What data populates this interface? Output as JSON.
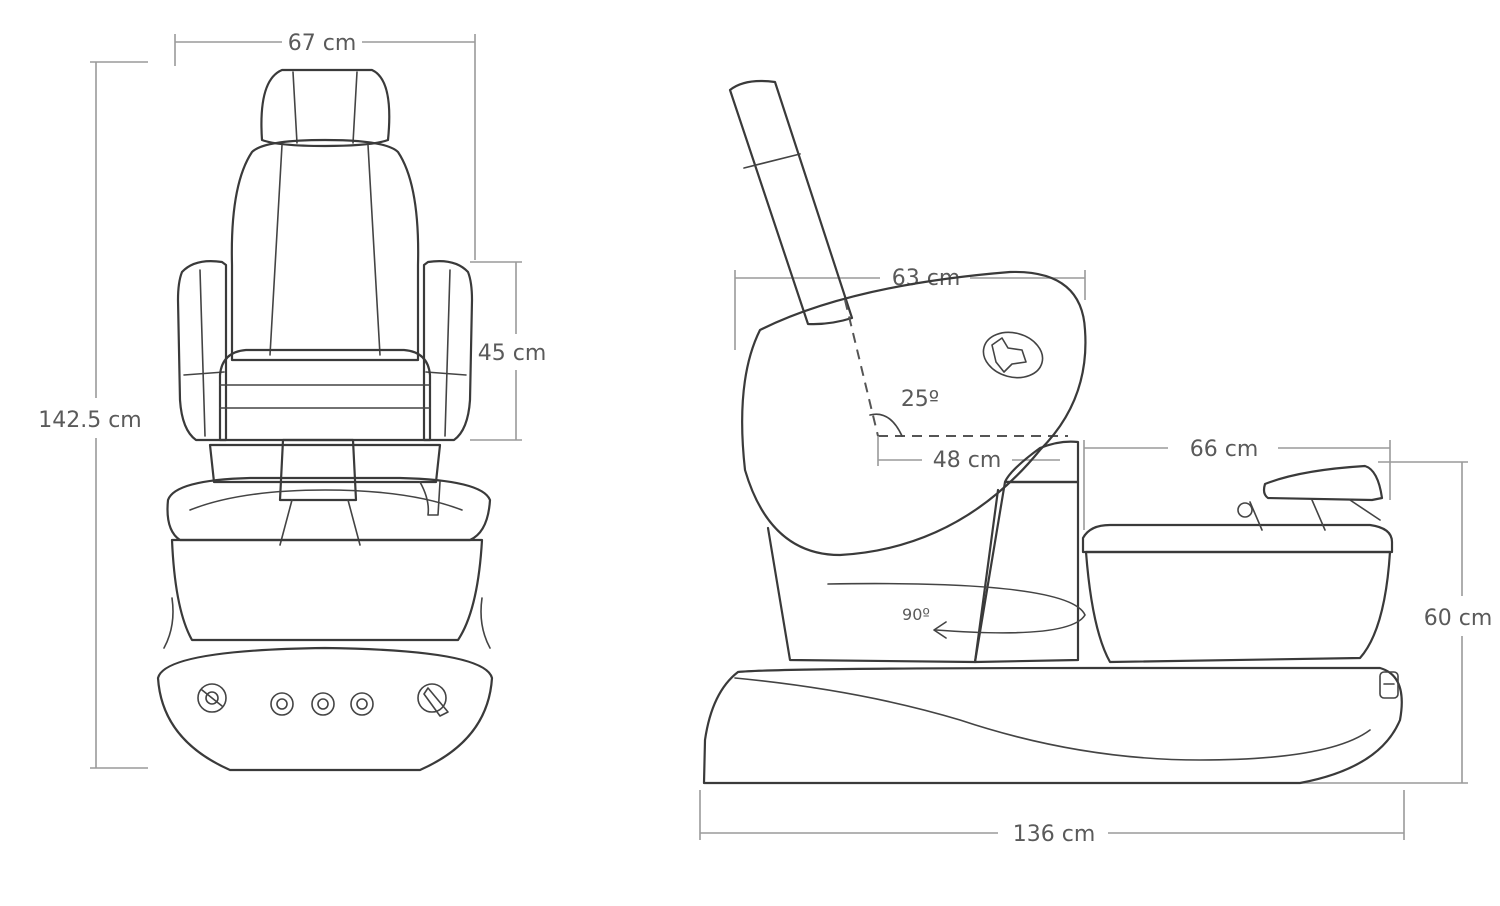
{
  "front_view": {
    "width_label": "67 cm",
    "height_label": "142.5 cm",
    "armrest_height_label": "45 cm"
  },
  "side_view": {
    "seat_depth_label": "63 cm",
    "recline_angle_label": "25º",
    "seat_to_column_label": "48 cm",
    "swivel_angle_label": "90º",
    "footbath_width_label": "66 cm",
    "footbath_height_label": "60 cm",
    "total_length_label": "136 cm"
  },
  "colors": {
    "line": "#3a3a3a",
    "dimension_line": "#9a9a9a",
    "text": "#5a5a5a",
    "background": "#ffffff"
  }
}
